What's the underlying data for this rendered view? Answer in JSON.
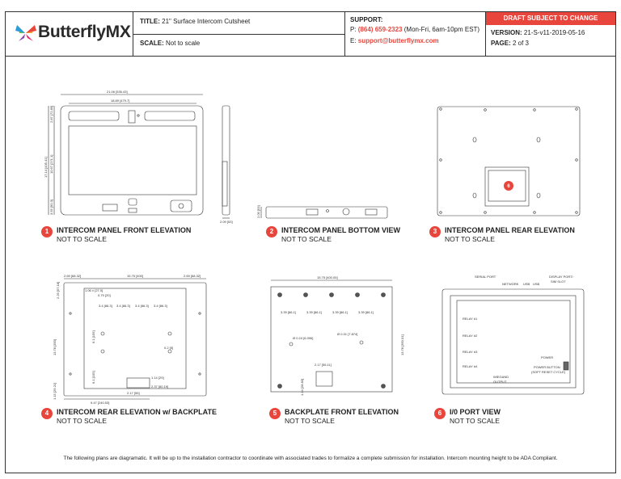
{
  "brand": {
    "name": "ButterflyMX"
  },
  "header": {
    "title_label": "TITLE:",
    "title_value": "21\" Surface Intercom Cutsheet",
    "scale_label": "SCALE:",
    "scale_value": "Not to scale",
    "support_label": "SUPPORT:",
    "phone_prefix": "P:",
    "phone_number": "(864) 659-2323",
    "phone_hours": "(Mon-Fri, 6am-10pm EST)",
    "email_prefix": "E:",
    "email": "support@butterflymx.com",
    "draft": "DRAFT SUBJECT TO CHANGE",
    "version_label": "VERSION:",
    "version_value": "21-S-v11-2019-05-16",
    "page_label": "PAGE:",
    "page_value": "2 of 3"
  },
  "views": [
    {
      "num": "1",
      "title": "INTERCOM PANEL FRONT ELEVATION",
      "sub": "NOT TO SCALE"
    },
    {
      "num": "2",
      "title": "INTERCOM PANEL BOTTOM VIEW",
      "sub": "NOT TO SCALE"
    },
    {
      "num": "3",
      "title": "INTERCOM PANEL REAR ELEVATION",
      "sub": "NOT TO SCALE"
    },
    {
      "num": "4",
      "title": "INTERCOM REAR ELEVATION w/ BACKPLATE",
      "sub": "NOT TO SCALE"
    },
    {
      "num": "5",
      "title": "BACKPLATE FRONT ELEVATION",
      "sub": "NOT TO SCALE"
    },
    {
      "num": "6",
      "title": "I/0 PORT VIEW",
      "sub": "NOT TO SCALE"
    }
  ],
  "dims": {
    "front_width": "21.06 [535.43]",
    "front_inner": "18.89 [479.7]",
    "front_top": "2.87 [72.89]",
    "front_height": "17.14 [435.41]",
    "front_screen": "10.67 [271.1]",
    "front_bottom": "3.55 [90.3]",
    "side_depth": "2.09 [53]",
    "bottom_depth": "2.09 [53]",
    "rear_badge": "6",
    "bp_left": "2.69 [68.32]",
    "bp_mid": "15.75 [400]",
    "bp_right": "2.69 [68.32]",
    "bp_side": "2.29 [57.18]",
    "bp_h1": "1.06 ± [27.0]",
    "bp_h2": "0.79 [20]",
    "bp_s1": "3.4 [86.3]",
    "bp_s2": "3.4 [86.3]",
    "bp_s3": "3.4 [86.3]",
    "bp_s4": "3.4 [86.3]",
    "bp_v1": "6.1 [155]",
    "bp_v2": "6.1 [155]",
    "bp_hole": "0.2 [5]",
    "bp_height": "13.78 [350]",
    "bp_low": "1.15 [29.21]",
    "bp_c1": "1.14 [29]",
    "bp_c2": "2.37 [60.19]",
    "bp_c3": "2.17 [55]",
    "bp_bottom": "9.47 [240.53]",
    "f_width": "15.75 [400.05]",
    "f_s1": "3.39 [86.1]",
    "f_s2": "3.39 [86.1]",
    "f_s3": "3.39 [86.1]",
    "f_s4": "3.39 [86.1]",
    "f_d1": "Ø 0.24 [6.096]",
    "f_d2": "Ø 0.31 [7.874]",
    "f_h": "13.78 [350.01]",
    "f_mid": "2.17 [55.11]",
    "f_low": "1.14 [28.83]"
  },
  "ports": {
    "serial": "SERIAL PORT",
    "network": "NETWORK",
    "usb1": "USB",
    "usb2": "USB",
    "display": "DISPLAY PORT/",
    "sim": "SIM SLOT",
    "relay1": "RELAY #1",
    "relay2": "RELAY #2",
    "relay3": "RELAY #3",
    "relay4": "RELAY #4",
    "power": "POWER",
    "power_btn": "POWER BUTTON",
    "power_btn_sub": "(SOFT RESET CYCLE)",
    "wiegand": "WIEGAND",
    "wiegand_sub": "OUTPUT"
  },
  "footer": "The following plans are diagramatic. It will be up to the installation contractor to coordinate with associated trades to formalize a complete submission for installation. Intercom mounting height to be ADA Compliant.",
  "colors": {
    "accent": "#e8453c",
    "line": "#333333"
  }
}
